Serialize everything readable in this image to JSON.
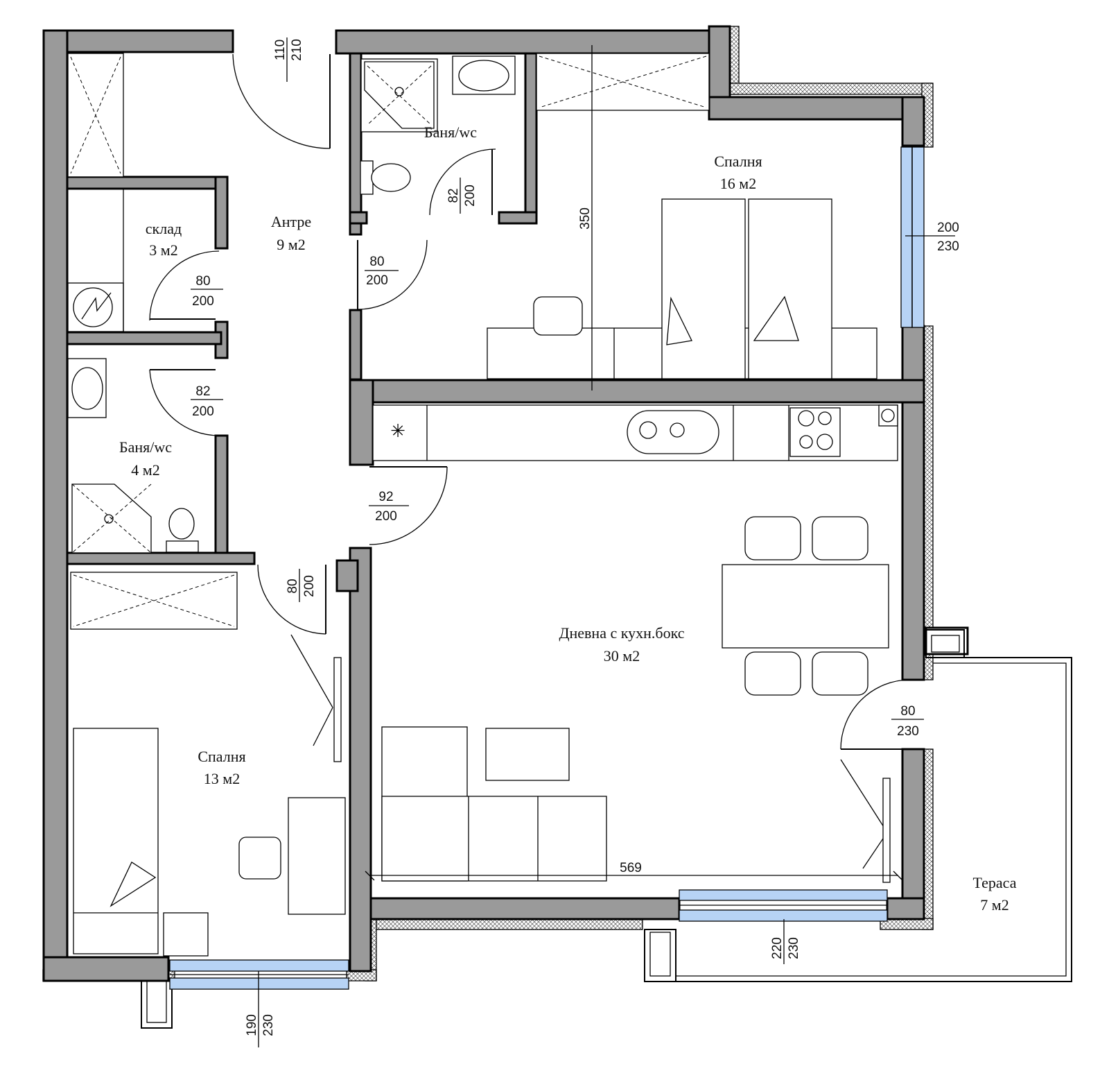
{
  "rooms": {
    "antre": {
      "name": "Антре",
      "area": "9 м2"
    },
    "storage": {
      "name": "склад",
      "area": "3 м2"
    },
    "bath_small": {
      "name": "Баня/wc",
      "area": "4 м2"
    },
    "bath_top": {
      "name": "Баня/wc"
    },
    "bedroom_big": {
      "name": "Спалня",
      "area": "16 м2"
    },
    "bedroom_small": {
      "name": "Спалня",
      "area": "13 м2"
    },
    "living": {
      "name": "Дневна с кухн.бокс",
      "area": "30 м2"
    },
    "terrace": {
      "name": "Тераса",
      "area": "7 м2"
    }
  },
  "openings": {
    "entrance": {
      "w": "110",
      "h": "210"
    },
    "bath_top_door": {
      "w": "82",
      "h": "200"
    },
    "bedroom_big_door": {
      "w": "80",
      "h": "200"
    },
    "storage_door": {
      "w": "80",
      "h": "200"
    },
    "bath_small_door": {
      "w": "82",
      "h": "200"
    },
    "living_door": {
      "w": "92",
      "h": "200"
    },
    "bedroom_small_door": {
      "w": "80",
      "h": "200"
    },
    "terrace_door": {
      "w": "80",
      "h": "230"
    },
    "window_bedroom_big": {
      "w": "200",
      "h": "230"
    },
    "window_living": {
      "w": "220",
      "h": "230"
    },
    "window_bedroom_small": {
      "w": "190",
      "h": "230"
    }
  },
  "dimensions": {
    "bedroom_depth": "350",
    "living_width": "569"
  }
}
